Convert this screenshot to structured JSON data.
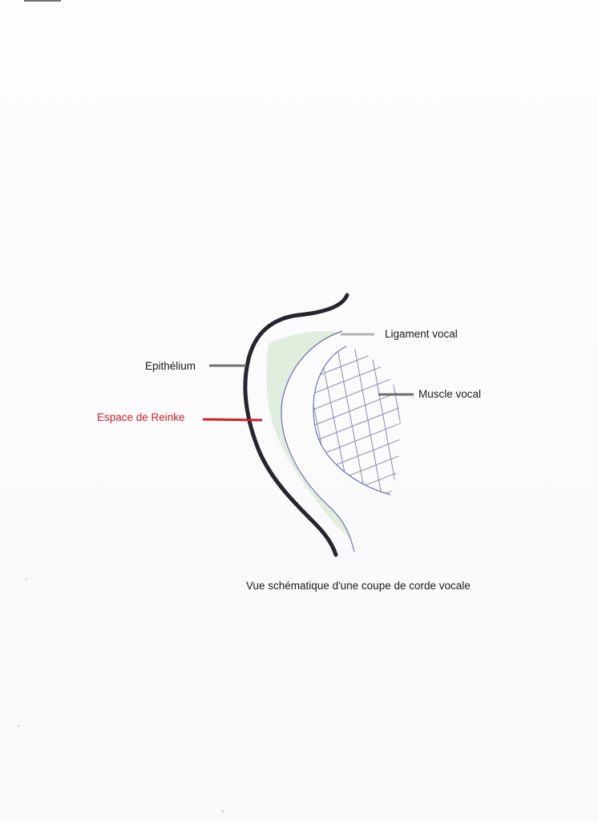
{
  "labels": {
    "epithelium": "Epithélium",
    "reinke_space": "Espace de Reinke",
    "vocal_ligament": "Ligament vocal",
    "vocal_muscle": "Muscle vocal"
  },
  "caption": "Vue schématique d'une coupe de corde vocale",
  "colors": {
    "epithelium_outline": "#25252f",
    "reinke_label": "#d0202c",
    "reinke_fill": "#dcebd8",
    "ligament_outline": "#6f74b8",
    "muscle_hatch": "#7a7fb0",
    "epithelium_pointer": "#707070",
    "ligament_pointer": "#b3b3b3",
    "muscle_pointer": "#6e6e6e"
  }
}
